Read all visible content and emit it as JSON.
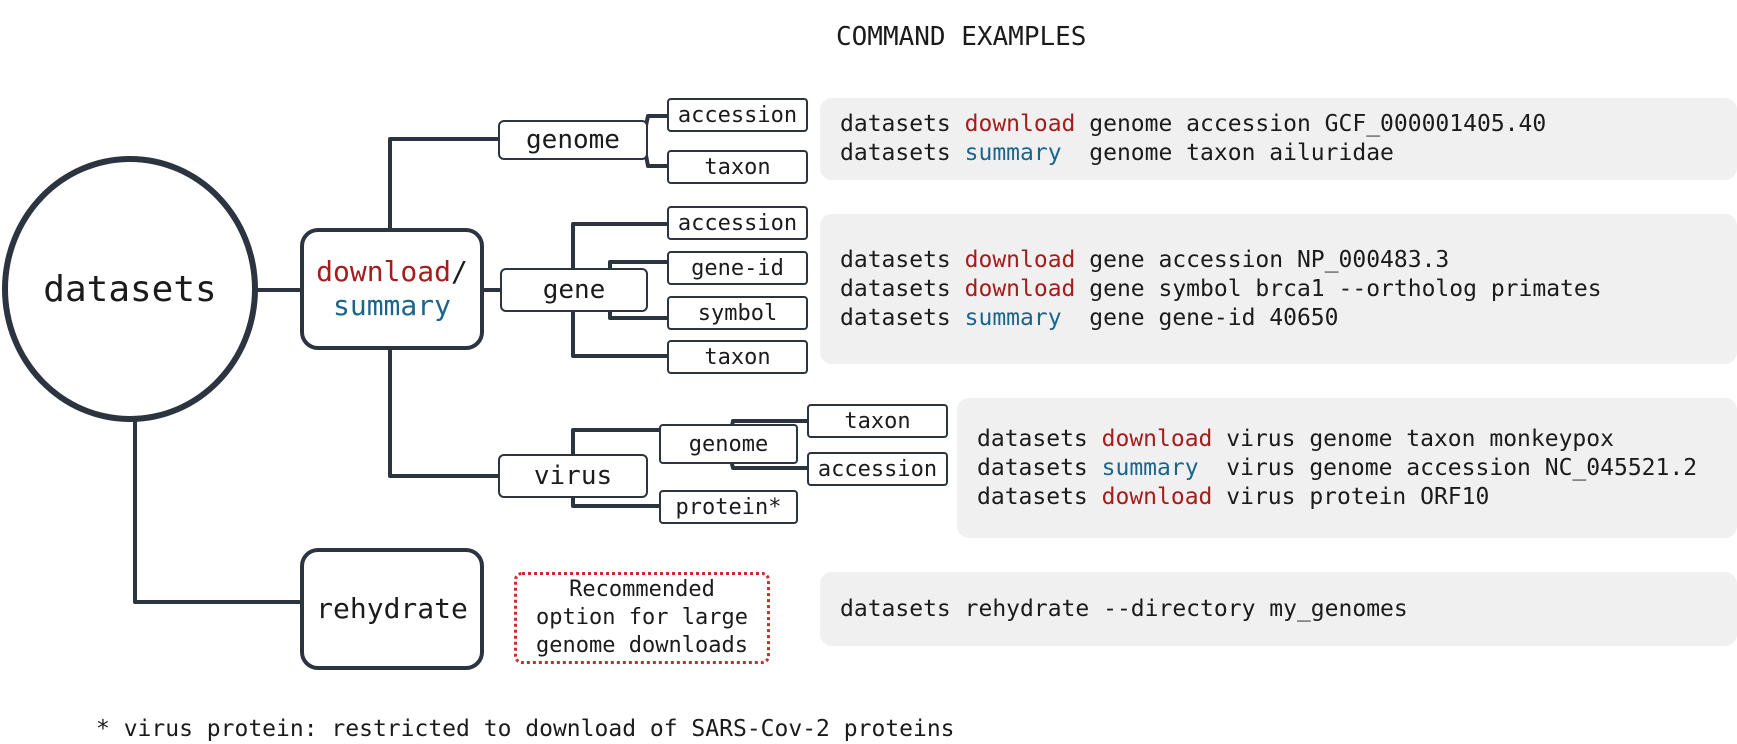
{
  "title": "COMMAND EXAMPLES",
  "colors": {
    "download": "#a51c1c",
    "summary": "#19658c",
    "line": "#2c3440",
    "panel": "#f0f0f0",
    "note_border": "#d0282d"
  },
  "root": "datasets",
  "action": {
    "download": "download",
    "slash": "/",
    "summary": "summary"
  },
  "rehydrate": "rehydrate",
  "genome": {
    "label": "genome",
    "children": [
      "accession",
      "taxon"
    ]
  },
  "gene": {
    "label": "gene",
    "children": [
      "accession",
      "gene-id",
      "symbol",
      "taxon"
    ]
  },
  "virus": {
    "label": "virus",
    "genome": {
      "label": "genome",
      "children": [
        "taxon",
        "accession"
      ]
    },
    "protein": "protein*"
  },
  "note": [
    "Recommended",
    "option for large",
    "genome downloads"
  ],
  "examples": {
    "genome": [
      {
        "prefix": "datasets ",
        "verb": "download",
        "verb_type": "download",
        "rest": " genome accession GCF_000001405.40"
      },
      {
        "prefix": "datasets ",
        "verb": "summary",
        "verb_type": "summary",
        "rest": "  genome taxon ailuridae"
      }
    ],
    "gene": [
      {
        "prefix": "datasets ",
        "verb": "download",
        "verb_type": "download",
        "rest": " gene accession NP_000483.3"
      },
      {
        "prefix": "datasets ",
        "verb": "download",
        "verb_type": "download",
        "rest": " gene symbol brca1 --ortholog primates"
      },
      {
        "prefix": "datasets ",
        "verb": "summary",
        "verb_type": "summary",
        "rest": "  gene gene-id 40650"
      }
    ],
    "virus": [
      {
        "prefix": "datasets ",
        "verb": "download",
        "verb_type": "download",
        "rest": " virus genome taxon monkeypox"
      },
      {
        "prefix": "datasets ",
        "verb": "summary",
        "verb_type": "summary",
        "rest": "  virus genome accession NC_045521.2"
      },
      {
        "prefix": "datasets ",
        "verb": "download",
        "verb_type": "download",
        "rest": " virus protein ORF10"
      }
    ],
    "rehydrate": [
      {
        "prefix": "datasets rehydrate --directory my_genomes",
        "verb": "",
        "verb_type": "",
        "rest": ""
      }
    ]
  },
  "footnote": "* virus protein: restricted to download of SARS-Cov-2 proteins"
}
